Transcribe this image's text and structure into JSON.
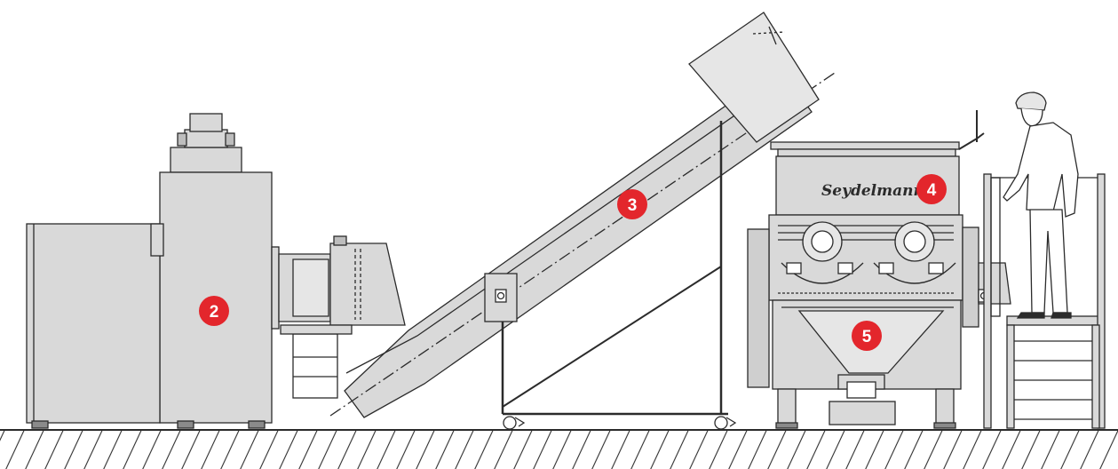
{
  "diagram": {
    "brand_label": "Seydelmann",
    "markers": {
      "grinder": "2",
      "conveyor": "3",
      "mixer": "4",
      "hopper": "5"
    },
    "colors": {
      "machine_fill": "#d9d9d9",
      "machine_fill_light": "#e6e6e6",
      "stroke": "#2b2b2b",
      "marker": "#e3262c",
      "marker_text": "#ffffff",
      "background": "#ffffff"
    }
  }
}
